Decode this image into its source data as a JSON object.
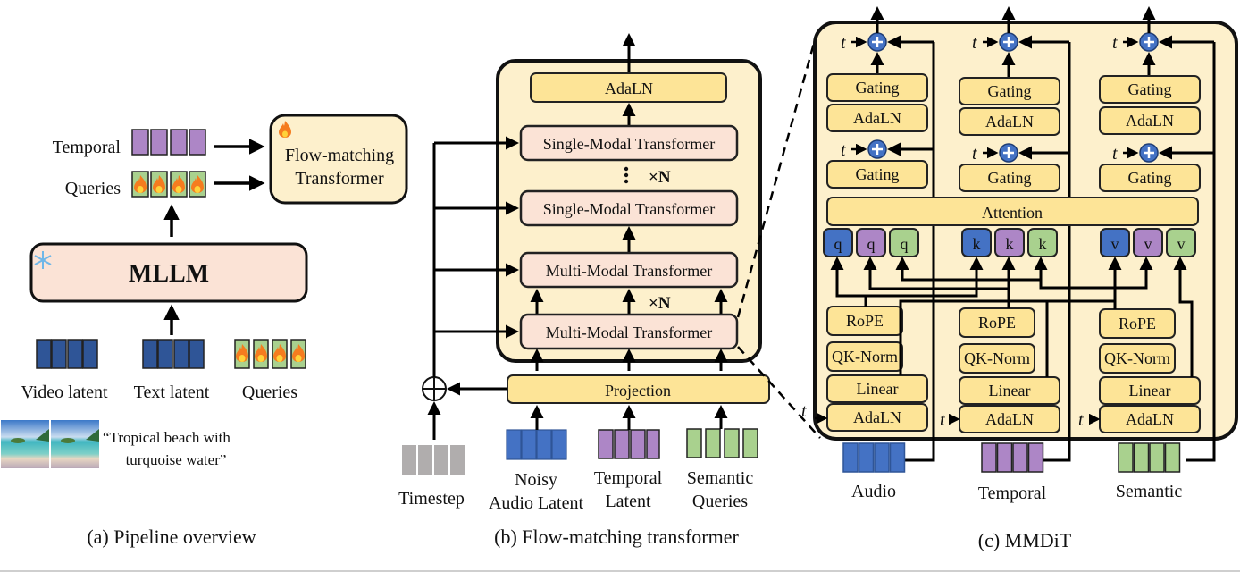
{
  "colors": {
    "panel_bg": "#fdf0cc",
    "block_yellow": "#fde497",
    "block_pink": "#fbe3d6",
    "token_blue": "#4472c4",
    "token_dark_blue": "#2f5597",
    "token_purple": "#ad86c6",
    "token_green": "#a9d18e",
    "token_gray": "#b0adad",
    "plus_blue": "#4472c4",
    "line": "#000000"
  },
  "panel_a": {
    "caption": "(a) Pipeline overview",
    "temporal_label": "Temporal",
    "queries_label": "Queries",
    "flow_matching_line1": "Flow-matching",
    "flow_matching_line2": "Transformer",
    "mllm_label": "MLLM",
    "trainable_icon": "fire-icon",
    "frozen_icon": "snowflake-icon",
    "inputs": [
      {
        "label": "Video latent",
        "color": "token_dark_blue"
      },
      {
        "label": "Text latent",
        "color": "token_dark_blue"
      },
      {
        "label": "Queries",
        "color": "token_green"
      }
    ],
    "prompt_line1": "“Tropical beach with",
    "prompt_line2": "turquoise water”"
  },
  "panel_b": {
    "caption": "(b) Flow-matching transformer",
    "adaln": "AdaLN",
    "single_modal_1": "Single-Modal Transformer",
    "single_modal_2": "Single-Modal Transformer",
    "multi_modal_1": "Multi-Modal Transformer",
    "multi_modal_2": "Multi-Modal Transformer",
    "repeat_label": "×N",
    "repeat_label_2": "×N",
    "projection": "Projection",
    "inputs": [
      {
        "line1": "",
        "line2": "Timestep",
        "color": "token_gray"
      },
      {
        "line1": "Noisy",
        "line2": "Audio Latent",
        "color": "token_blue"
      },
      {
        "line1": "Temporal",
        "line2": "Latent",
        "color": "token_purple"
      },
      {
        "line1": "Semantic",
        "line2": "Queries",
        "color": "token_green"
      }
    ]
  },
  "panel_c": {
    "caption": "(c) MMDiT",
    "t_symbol": "t",
    "streams": [
      {
        "name": "Audio",
        "color": "token_blue",
        "blocks": {
          "gating_top": "Gating",
          "adaln_top": "AdaLN",
          "gating_mid": "Gating",
          "rope": "RoPE",
          "qknorm": "QK-Norm",
          "linear": "Linear",
          "adaln_bottom": "AdaLN"
        }
      },
      {
        "name": "Temporal",
        "color": "token_purple",
        "blocks": {
          "gating_top": "Gating",
          "adaln_top": "AdaLN",
          "gating_mid": "Gating",
          "rope": "RoPE",
          "qknorm": "QK-Norm",
          "linear": "Linear",
          "adaln_bottom": "AdaLN"
        }
      },
      {
        "name": "Semantic",
        "color": "token_green",
        "blocks": {
          "gating_top": "Gating",
          "adaln_top": "AdaLN",
          "gating_mid": "Gating",
          "rope": "RoPE",
          "qknorm": "QK-Norm",
          "linear": "Linear",
          "adaln_bottom": "AdaLN"
        }
      }
    ],
    "attention": "Attention",
    "qkv_groups": [
      {
        "letter": "q",
        "colors": [
          "token_blue",
          "token_purple",
          "token_green"
        ]
      },
      {
        "letter": "k",
        "colors": [
          "token_blue",
          "token_purple",
          "token_green"
        ]
      },
      {
        "letter": "v",
        "colors": [
          "token_blue",
          "token_purple",
          "token_green"
        ]
      }
    ]
  }
}
